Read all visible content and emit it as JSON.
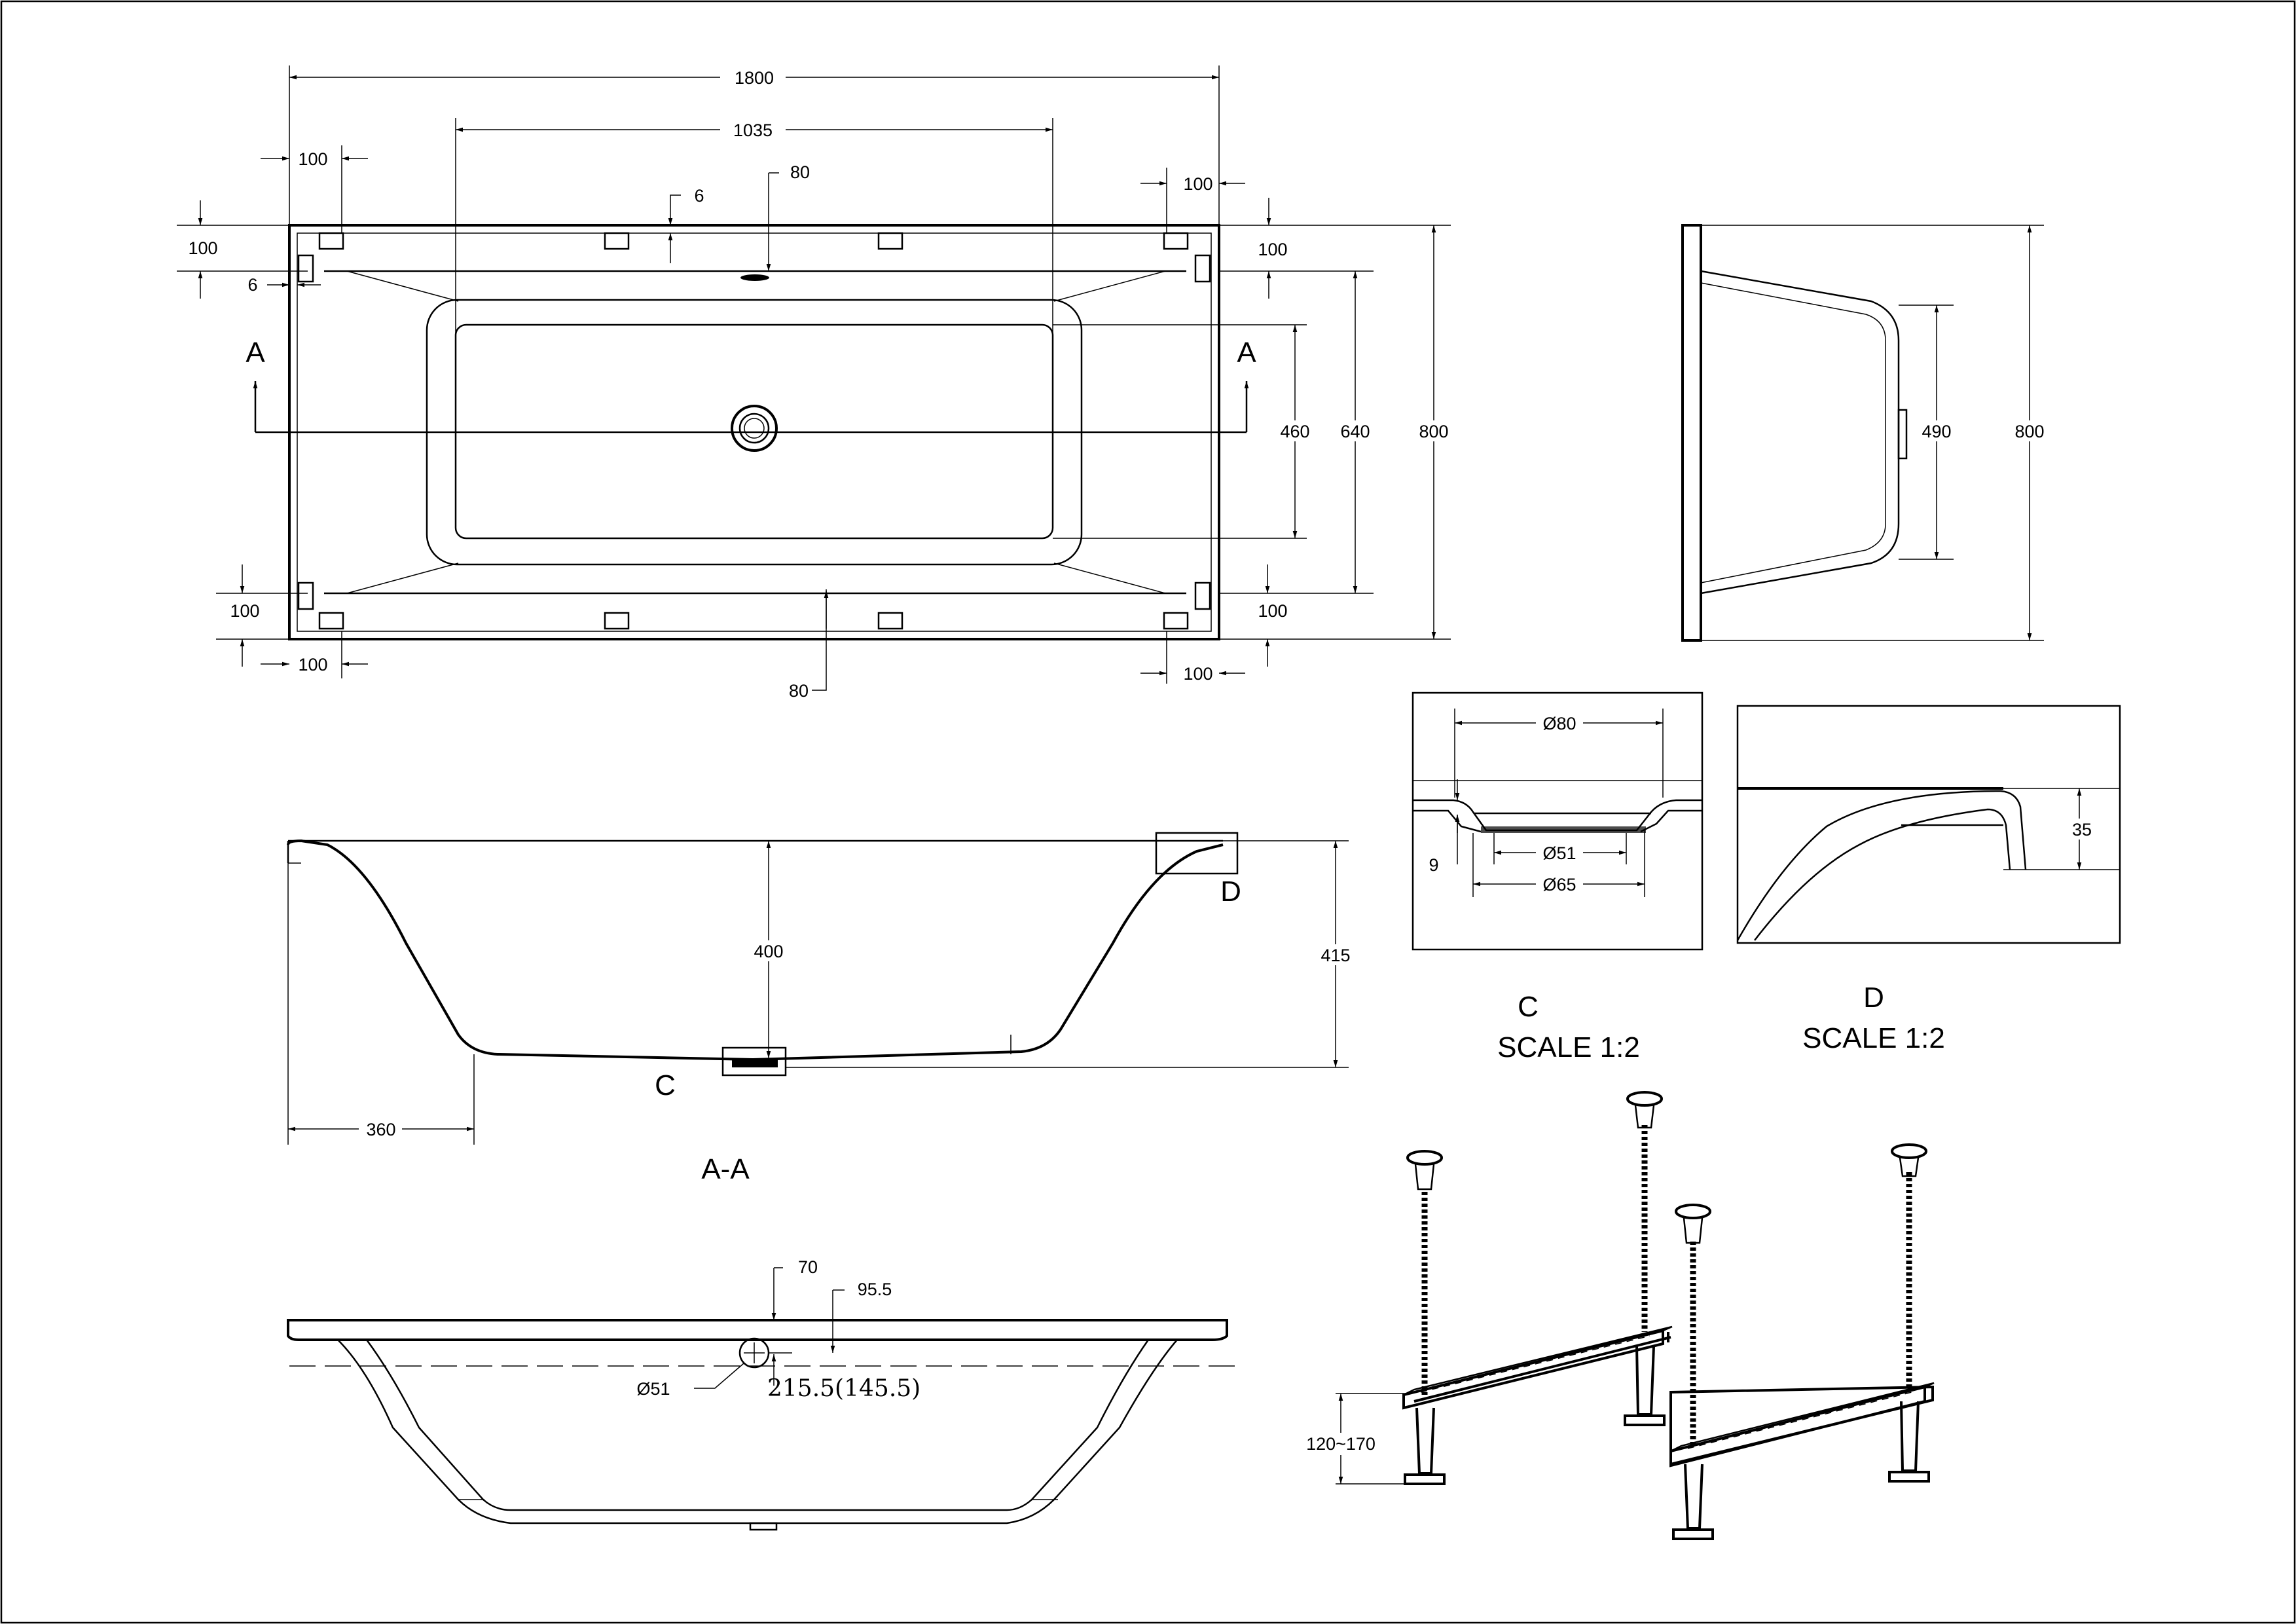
{
  "plan_view": {
    "dims": {
      "overall_length": "1800",
      "basin_length": "1035",
      "left_top_offset": "100",
      "right_top_offset": "100",
      "left_bottom_offset": "100",
      "right_bottom_offset": "100",
      "top_left_vertical": "100",
      "top_right_vertical": "100",
      "bottom_left_vertical": "100",
      "bottom_right_vertical": "100",
      "rim_offset_top": "6",
      "rim_offset_left": "6",
      "overflow_top": "80",
      "drain_bottom": "80",
      "basin_width": "460",
      "inner_width": "640",
      "overall_width": "800"
    },
    "section_marker_left": "A",
    "section_marker_right": "A"
  },
  "side_view": {
    "dims": {
      "bottom_width": "490",
      "overall_width": "800"
    }
  },
  "section_aa": {
    "title": "A-A",
    "detail_c_marker": "C",
    "detail_d_marker": "D",
    "dims": {
      "inner_depth": "400",
      "overall_depth": "415",
      "slope_length": "360"
    }
  },
  "detail_c": {
    "title": "C",
    "scale": "SCALE 1:2",
    "dims": {
      "outer_diameter": "Ø80",
      "drain_diameter": "Ø51",
      "flange_diameter": "Ø65",
      "thickness": "9"
    }
  },
  "detail_d": {
    "title": "D",
    "scale": "SCALE 1:2",
    "dims": {
      "rim_height": "35"
    }
  },
  "front_view": {
    "dims": {
      "overflow_from_rim": "70",
      "overflow_center": "95.5",
      "overflow_diameter": "Ø51",
      "overflow_height": "215.5(145.5)"
    }
  },
  "support_frame": {
    "dims": {
      "leg_adjustment": "120~170"
    }
  }
}
